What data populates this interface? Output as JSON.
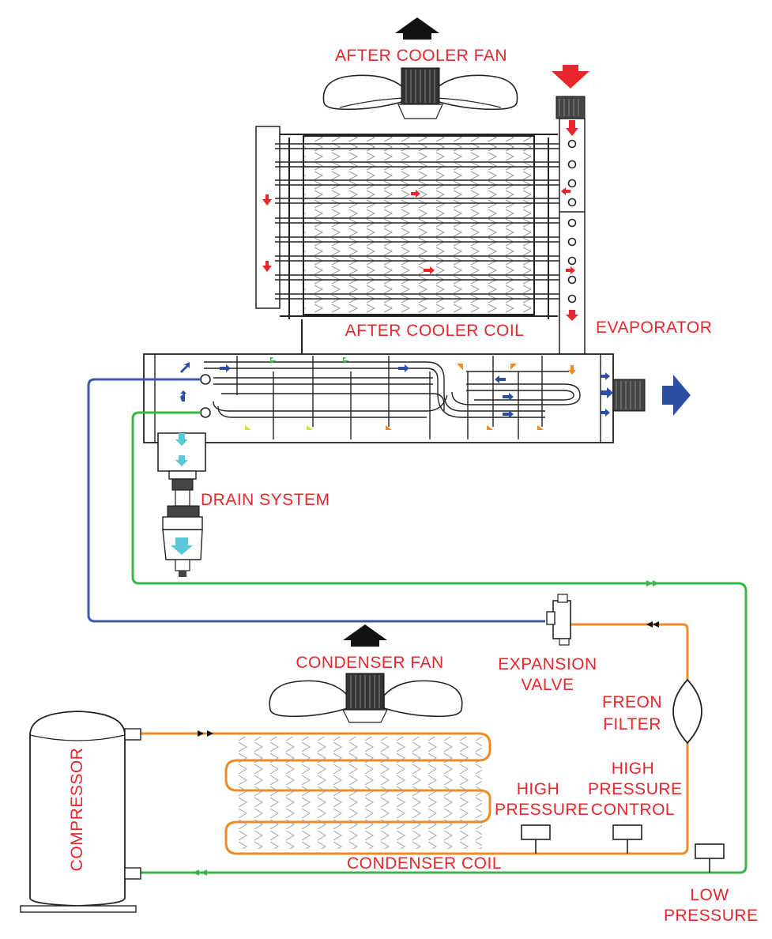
{
  "labels": {
    "after_cooler_fan": "AFTER COOLER FAN",
    "after_cooler_coil": "AFTER COOLER COIL",
    "evaporator": "EVAPORATOR",
    "drain_system": "DRAIN SYSTEM",
    "condenser_fan": "CONDENSER FAN",
    "expansion_valve_line1": "EXPANSION",
    "expansion_valve_line2": "VALVE",
    "freon_filter_line1": "FREON",
    "freon_filter_line2": "FILTER",
    "high_pressure_control_line1": "HIGH",
    "high_pressure_control_line2": "PRESSURE",
    "high_pressure_control_line3": "CONTROL",
    "high_pressure_line1": "HIGH",
    "high_pressure_line2": "PRESSURE",
    "condenser_coil": "CONDENSER COIL",
    "compressor": "COMPRESSOR",
    "low_pressure_line1": "LOW",
    "low_pressure_line2": "PRESSURE"
  },
  "colors": {
    "label": "#e8262b",
    "refrigerant_liquid": "#f08a24",
    "refrigerant_suction": "#3bb54a",
    "refrigerant_expanded": "#3a5ba8",
    "air_hot": "#e8262b",
    "air_cold": "#2d4fa3",
    "condensate": "#5bc8d8",
    "outline": "#1a1a1a"
  }
}
